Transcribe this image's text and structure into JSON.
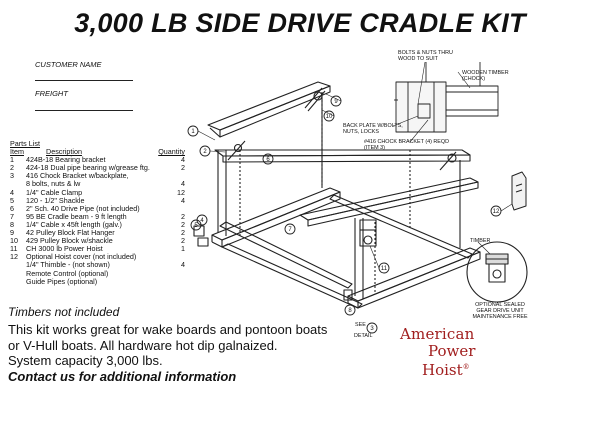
{
  "title": "3,000 LB SIDE DRIVE CRADLE KIT",
  "customer_name_label": "CUSTOMER NAME",
  "freight_label": "FREIGHT",
  "parts_list": {
    "heading": "Parts List",
    "columns": [
      "Item",
      "Description",
      "Quantity"
    ],
    "rows": [
      {
        "item": "1",
        "desc": "424B-18 Bearing bracket",
        "qty": "4"
      },
      {
        "item": "2",
        "desc": "424-18 Dual pipe bearing w/grease ftg.",
        "qty": "2"
      },
      {
        "item": "3",
        "desc": "416 Chock Bracket w/backplate,",
        "qty": ""
      },
      {
        "item": "",
        "desc": "8 bolts, nuts & lw",
        "qty": "4"
      },
      {
        "item": "4",
        "desc": "1/4\" Cable Clamp",
        "qty": "12"
      },
      {
        "item": "5",
        "desc": "120 - 1/2\" Shackle",
        "qty": "4"
      },
      {
        "item": "6",
        "desc": "2\" Sch. 40 Drive Pipe (not included)",
        "qty": ""
      },
      {
        "item": "7",
        "desc": "95 BE Cradle beam - 9 ft length",
        "qty": "2"
      },
      {
        "item": "8",
        "desc": "1/4\" Cable x 45ft length (galv.)",
        "qty": "2"
      },
      {
        "item": "9",
        "desc": "42 Pulley Block Flat Hanger",
        "qty": "2"
      },
      {
        "item": "10",
        "desc": "429 Pulley Block w/shackle",
        "qty": "2"
      },
      {
        "item": "11",
        "desc": "CH 3000 lb Power Hoist",
        "qty": "1"
      },
      {
        "item": "12",
        "desc": "Optional Hoist cover (not included)",
        "qty": ""
      },
      {
        "item": "",
        "desc": "1/4\" Thimble - (not shown)",
        "qty": "4"
      },
      {
        "item": "",
        "desc": "Remote Control (optional)",
        "qty": ""
      },
      {
        "item": "",
        "desc": "Guide Pipes (optional)",
        "qty": ""
      }
    ]
  },
  "notes": {
    "timbers": "Timbers not included",
    "line1": "This kit works great for wake boards and pontoon boats",
    "line2": "or V-Hull boats.  All hardware hot dip galnaized.",
    "line3": "System capacity 3,000 lbs.",
    "contact": "Contact us for additional information"
  },
  "callouts": {
    "bolts_nuts_1": "BOLTS & NUTS THRU",
    "bolts_nuts_2": "WOOD TO SUIT",
    "timber_chock_1": "WOODEN TIMBER",
    "timber_chock_2": "(CHOCK)",
    "backplate_1": "BACK PLATE W/BOLTS,",
    "backplate_2": "NUTS, LOCKS",
    "chock_bracket_1": "#416 CHOCK BRACKET (4) REQD",
    "chock_bracket_2": "(ITEM 3)",
    "timber": "TIMBER",
    "gear_1": "OPTIONAL SEALED",
    "gear_2": "GEAR DRIVE UNIT",
    "gear_3": "MAINTENANCE FREE",
    "see": "SEE",
    "detail": "DETAIL"
  },
  "item_numbers": {
    "n1": "1",
    "n2": "2",
    "n3": "3",
    "n4": "4",
    "n5": "5",
    "n6": "6",
    "n7": "7",
    "n8": "8",
    "n9": "9",
    "n10": "10",
    "n11": "11",
    "n12": "12"
  },
  "logo": {
    "line1": "American",
    "line2": "Power",
    "line3": "Hoist",
    "mark": "®"
  },
  "colors": {
    "logo": "#a11e1e",
    "ink": "#111111"
  }
}
